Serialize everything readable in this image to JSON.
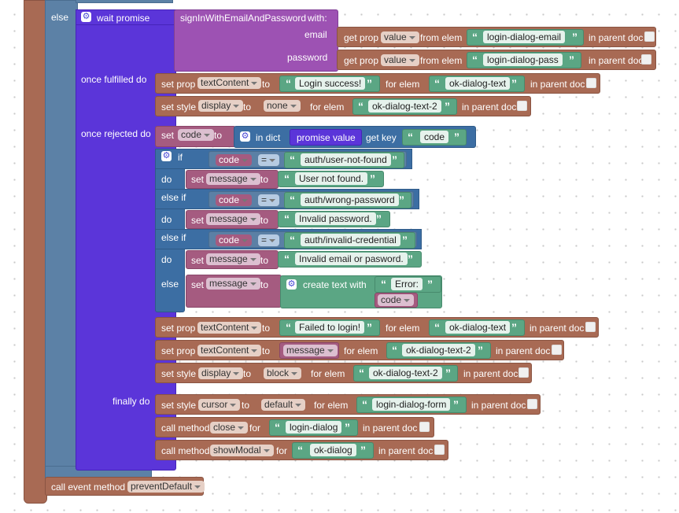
{
  "labels": {
    "else": "else",
    "wait_promise": "wait promise",
    "sign_in_method": "signInWithEmailAndPassword",
    "with": "with:",
    "email": "email",
    "password": "password",
    "get_prop": "get prop",
    "from_elem": "from elem",
    "in_parent_doc": "in parent doc",
    "once_fulfilled_do": "once fulfilled do",
    "once_rejected_do": "once rejected do",
    "finally_do": "finally do",
    "set_prop": "set prop",
    "set_style": "set style",
    "to": "to",
    "for_elem": "for elem",
    "set": "set",
    "in_dict": "in dict",
    "promise_value": "promise value",
    "get_key": "get key",
    "if": "if",
    "do": "do",
    "else_if": "else if",
    "create_text_with": "create text with",
    "call_method": "call method",
    "for": "for",
    "call_event_method": "call event method"
  },
  "dropdowns": {
    "value": "value",
    "textContent": "textContent",
    "display": "display",
    "code": "code",
    "message": "message",
    "eq": "=",
    "cursor": "cursor",
    "none": "none",
    "block": "block",
    "default": "default",
    "close": "close",
    "showModal": "showModal",
    "preventDefault": "preventDefault"
  },
  "strings": {
    "login_dialog_email": "login-dialog-email",
    "login_dialog_pass": "login-dialog-pass",
    "login_success": "Login success!",
    "ok_dialog_text": "ok-dialog-text",
    "ok_dialog_text_2": "ok-dialog-text-2",
    "code": "code",
    "auth_user_not_found": "auth/user-not-found",
    "user_not_found": "User not found.",
    "auth_wrong_password": "auth/wrong-password",
    "invalid_password": "Invalid password.",
    "auth_invalid_credential": "auth/invalid-credential",
    "invalid_email_or_password": "Invalid email or pasword.",
    "error_prefix": "Error: ",
    "failed_to_login": "Failed to login!",
    "login_dialog_form": "login-dialog-form",
    "login_dialog": "login-dialog",
    "ok_dialog": "ok-dialog"
  },
  "icons": {
    "gear": "gear-icon",
    "checkbox": "checkbox"
  },
  "colors": {
    "event_block": "#a86a54",
    "control_block": "#5c81a6",
    "promise_block": "#5b35d9",
    "method_block": "#9d52b3",
    "logic_block": "#3c6ea3",
    "text_block": "#5ba684",
    "variable_block": "#a55b80"
  }
}
